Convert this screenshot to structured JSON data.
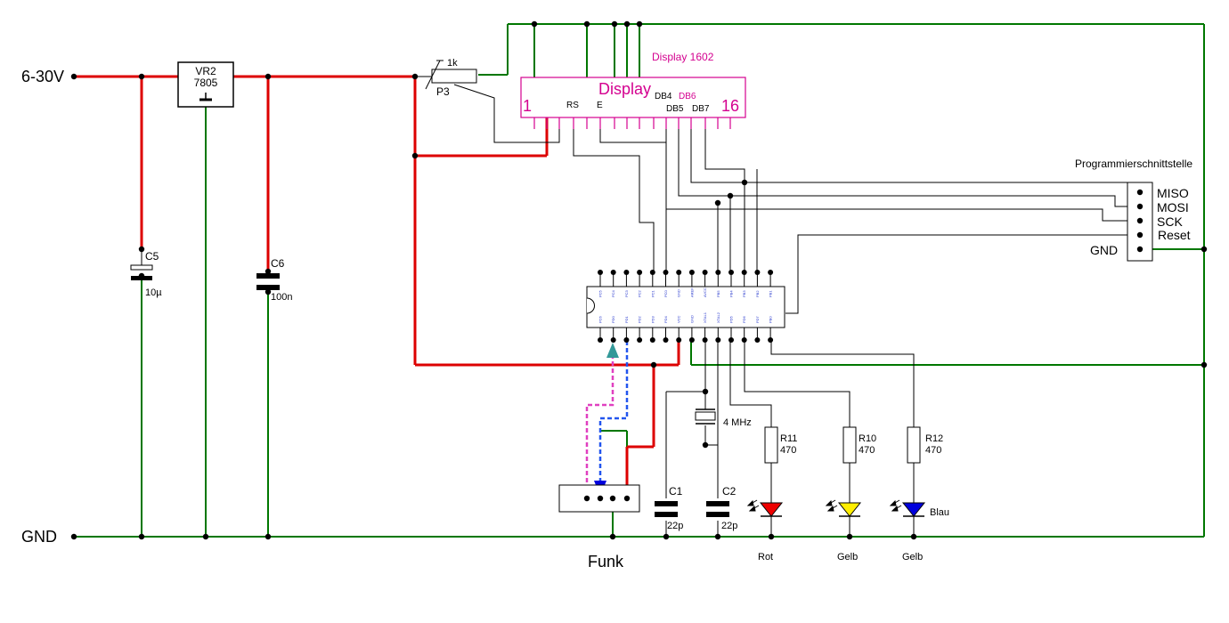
{
  "labels": {
    "vin": "6-30V",
    "gnd": "GND",
    "funk": "Funk",
    "vr_ref": "VR2",
    "vr_val": "7805",
    "c5_ref": "C5",
    "c5_val": "10µ",
    "c6_ref": "C6",
    "c6_val": "100n",
    "pot_val": "1k",
    "pot_ref": "P3",
    "display_title": "Display 1602",
    "display_name": "Display",
    "display_pin1": "1",
    "display_pin16": "16",
    "rs": "RS",
    "e": "E",
    "db4": "DB4",
    "db5": "DB5",
    "db6": "DB6",
    "db7": "DB7",
    "prog_title": "Programmierschnittstelle",
    "miso": "MISO",
    "mosi": "MOSI",
    "sck": "SCK",
    "reset": "Reset",
    "prog_gnd": "GND",
    "crystal": "4 MHz",
    "c1_ref": "C1",
    "c1_val": "22p",
    "c2_ref": "C2",
    "c2_val": "22p",
    "r11_ref": "R11",
    "r11_val": "470",
    "r10_ref": "R10",
    "r10_val": "470",
    "r12_ref": "R12",
    "r12_val": "470",
    "led_rot": "Rot",
    "led_gelb1": "Gelb",
    "led_gelb2": "Gelb",
    "led_blau": "Blau"
  },
  "ic_pins_top": [
    "PC5",
    "PC4",
    "PC3",
    "PC2",
    "PC1",
    "PC0",
    "GND",
    "AREF",
    "AVCC",
    "PB5",
    "PB4",
    "PB3",
    "PB2",
    "PB1"
  ],
  "ic_pins_bottom": [
    "PC6",
    "PD0",
    "PD1",
    "PD2",
    "PD3",
    "PD4",
    "VCC",
    "GND",
    "XTAL1",
    "XTAL2",
    "PD5",
    "PD6",
    "PD7",
    "PB0"
  ],
  "colors": {
    "power": "#dd0000",
    "ground": "#007700",
    "signal": "#000000",
    "display_text": "#d4008f",
    "led_red": "#ee0000",
    "led_yellow": "#ffee00",
    "led_blue": "#0000dd",
    "teal_arrow": "#339999",
    "dashed_magenta": "#e040c0",
    "dashed_blue": "#2255ee"
  }
}
